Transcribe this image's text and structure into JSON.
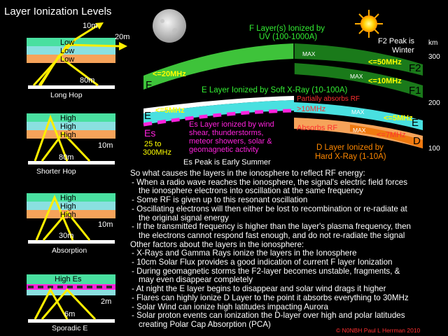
{
  "title": "Layer Ionization Levels",
  "km_label": "km",
  "km_ticks": [
    "300",
    "200",
    "100"
  ],
  "colors": {
    "f_layer": "#3ec33a",
    "f_dark": "#1a7a1a",
    "e_layer": "#49e0e0",
    "d_layer": "#f6a35a",
    "d_dark": "#f07a10",
    "es_dash": "#ff22dd",
    "yellow": "#ffff00",
    "orange": "#ff8800",
    "red": "#ff3030",
    "green_text": "#33ee33"
  },
  "panels": [
    {
      "layers": [
        "Low",
        "Low",
        "Low"
      ],
      "hops": [
        "10m",
        "20m",
        "80m"
      ],
      "caption": "Long Hop"
    },
    {
      "layers": [
        "High",
        "High",
        "High"
      ],
      "hops": [
        "10m",
        "80m"
      ],
      "caption": "Shorter Hop"
    },
    {
      "layers": [
        "High",
        "High",
        "High"
      ],
      "hops": [
        "10m",
        "30m"
      ],
      "caption": "Absorption"
    },
    {
      "layers": [
        "High Es"
      ],
      "hops": [
        "2m",
        "6m"
      ],
      "caption": "Sporadic E"
    }
  ],
  "f_layer": {
    "heading": [
      "F Layer(s) Ionized by",
      "UV (100-1000A)"
    ],
    "f2_peak": [
      "F2 Peak is",
      "Winter"
    ],
    "left_letter": "F",
    "left_freq": "<=20MHz",
    "max_top": "MAX",
    "f2_freq": "<=50MHz",
    "f2_letter": "F2",
    "max_mid": "MAX",
    "f1_freq": "<=10MHz",
    "f1_letter": "F1"
  },
  "e_layer": {
    "heading": "E Layer Ionized by Soft X-Ray (10-100A)",
    "partial": "Partially absorbs RF",
    "gt10": ">10MHz",
    "left_letter": "E",
    "left_freq": "<=5MHz",
    "max": "MAX",
    "right_freq": "<=5MHz",
    "right_letter": "E"
  },
  "es_layer": {
    "letter": "Es",
    "freq": [
      "25 to",
      "300MHz"
    ],
    "desc": [
      "Es Layer ionized by wind",
      "shear, thunderstorms,",
      "meteor showers, solar &",
      "geomagnetic activity"
    ],
    "peak": "Es Peak is Early Summer"
  },
  "d_layer": {
    "absorbs": "Absorbs RF",
    "max": "MAX",
    "freq": "<=7MHz",
    "letter": "D",
    "heading": [
      "D Layer Ionized by",
      "Hard X-Ray (1-10A)"
    ]
  },
  "body_lines": [
    {
      "text": "So what causes the layers in the ionosphere to reflect RF energy:",
      "indent": 0
    },
    {
      "text": "- When a radio wave reaches the ionosphere, the signal's electric field forces",
      "indent": 1
    },
    {
      "text": "the ionosphere electrons into oscillation at the same frequency",
      "indent": 2
    },
    {
      "text": "- Some RF is given up to this resonant oscillation",
      "indent": 1
    },
    {
      "text": "- Oscillating electrons will then either be lost to recombination or re-radiate at",
      "indent": 1
    },
    {
      "text": "the original signal energy",
      "indent": 2
    },
    {
      "text": "- If the transmitted frequency is higher than the layer's plasma frequency, then",
      "indent": 1
    },
    {
      "text": "the electrons cannot respond fast enough, and do not re-radiate the signal",
      "indent": 2
    },
    {
      "text": "Other factors about the layers in the ionosphere:",
      "indent": 0
    },
    {
      "text": "- X-Rays and Gamma Rays ionize the layers in the Ionosphere",
      "indent": 1
    },
    {
      "text": "- 10cm Solar Flux provides a good indication of current F layer Ionization",
      "indent": 1
    },
    {
      "text": "- During geomagnetic storms the F2-layer becomes unstable, fragments, &",
      "indent": 1
    },
    {
      "text": "may even disappear completely",
      "indent": 2
    },
    {
      "text": "- At night the E layer begins to disappear and solar wind drags it higher",
      "indent": 1
    },
    {
      "text": "- Flares can highly ionize D Layer to the point it absorbs everything to 30MHz",
      "indent": 1
    },
    {
      "text": "- Solar Wind can ionize high latitudes impacting Aurora",
      "indent": 1
    },
    {
      "text": "- Solar proton events can ionization the D-layer over high and polar latitudes",
      "indent": 1
    },
    {
      "text": "creating Polar Cap Absorption (PCA)",
      "indent": 2
    }
  ],
  "copyright": "© N0NBH Paul L Herrman 2010"
}
